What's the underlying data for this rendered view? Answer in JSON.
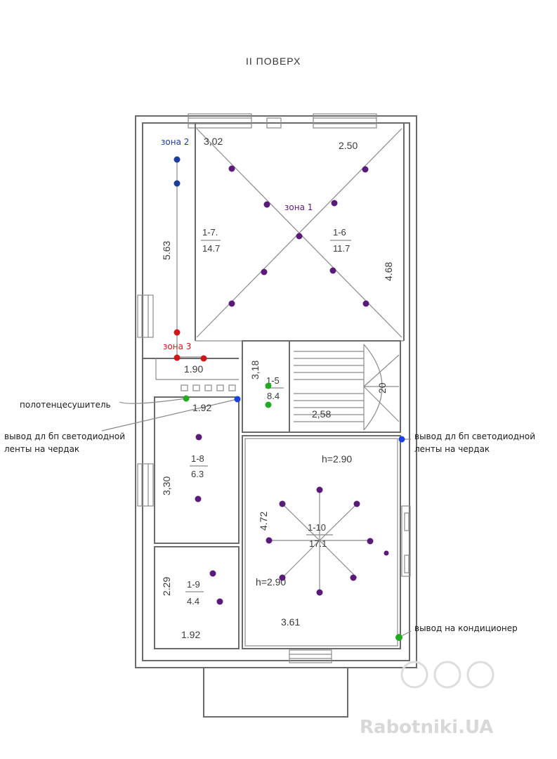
{
  "title": "II ПОВЕРХ",
  "dimensions": {
    "top_left": "3,02",
    "top_right": "2.50",
    "left_room17": "5.63",
    "right_room16": "4.68",
    "corridor_width": "1.90",
    "stair_lower": "2,58",
    "stair_height": "3,18",
    "stair_turn": "20",
    "room18_top": "1.92",
    "room18_left": "3,30",
    "room110_left": "4.72",
    "room110_height_top": "h=2.90",
    "room110_height_bottom": "h=2.90",
    "room19_left": "2.29",
    "room19_bottom": "1.92",
    "room110_bottom": "3.61"
  },
  "rooms": {
    "r17": {
      "num": "1-7.",
      "area": "14.7"
    },
    "r16": {
      "num": "1-6",
      "area": "11.7"
    },
    "r15": {
      "num": "1-5",
      "area": "8.4"
    },
    "r18": {
      "num": "1-8",
      "area": "6.3"
    },
    "r110": {
      "num": "1-10",
      "area": "17.1"
    },
    "r19": {
      "num": "1-9",
      "area": "4.4"
    }
  },
  "zones": {
    "zone1": "зона 1",
    "zone2": "зона 2",
    "zone3": "зона 3"
  },
  "annotations": {
    "towel_dryer": "полотенцесушитель",
    "psu_left_line1": "вывод дл бп светодиодной",
    "psu_left_line2": "ленты на чердак",
    "psu_right_line1": "вывод дл бп светодиодной",
    "psu_right_line2": "ленты на чердак",
    "ac_outlet": "вывод на кондиционер"
  },
  "watermark": "Rabotniki.UA",
  "colors": {
    "zone1": "#5a1a7a",
    "zone2": "#1a3c9c",
    "zone3": "#cc1a1a",
    "outlet_green": "#22aa22",
    "outlet_blue": "#1a44dd"
  }
}
